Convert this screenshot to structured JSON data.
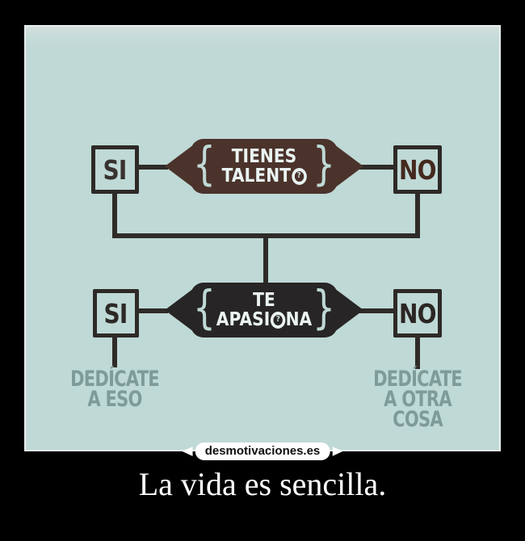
{
  "poster": {
    "caption": "La vida es sencilla.",
    "watermark": "desmotivaciones.es"
  },
  "flowchart": {
    "yes": "SI",
    "no": "NO",
    "brace_left": "{",
    "brace_right": "}",
    "question1": {
      "line1": "TIENES",
      "line2_before": "TALENT",
      "circle_mark": "?",
      "line2_after": ""
    },
    "question2": {
      "line1": "TE",
      "line2_before": "APASI",
      "circle_mark": "?",
      "line2_after": "NA"
    },
    "outcome_yes_line1": "DEDÍCATE",
    "outcome_yes_line2": "A ESO",
    "outcome_no_line1": "DEDÍCATE",
    "outcome_no_line2": "A OTRA",
    "outcome_no_line3": "COSA"
  },
  "colors": {
    "background": "#000000",
    "panel": "#bfd9d6",
    "panel_border": "#e7edec",
    "line_dark": "#2f2b28",
    "capsule_top": "#4b332b",
    "capsule_bottom": "#272525",
    "capsule_text": "#eaf4f2",
    "yes_text": "#383230",
    "no_text": "#44291e",
    "outcome_text": "#7f9b99",
    "badge_bg": "#ffffff",
    "badge_text": "#0d0d0d",
    "caption_text": "#ffffff"
  }
}
